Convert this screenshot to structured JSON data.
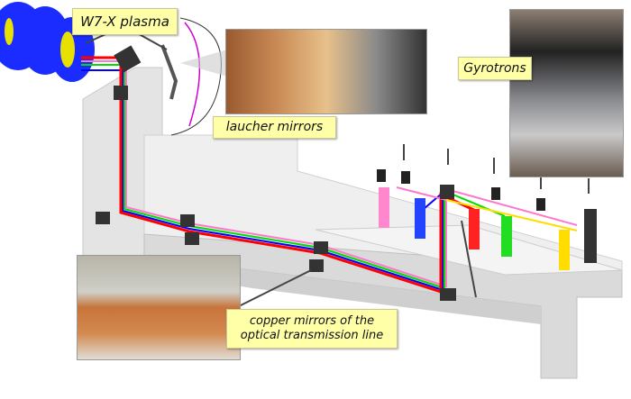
{
  "labels": {
    "plasma": "W7-X plasma",
    "launcher": "laucher mirrors",
    "gyrotrons": "Gyrotrons",
    "copper": "copper mirrors of the optical transmission line"
  },
  "colors": {
    "label_bg": "#ffffa8",
    "beam_red": "#ff0000",
    "beam_green": "#00dd00",
    "beam_blue": "#0000ff",
    "beam_pink": "#ff77cc",
    "beam_yellow": "#ffdd00",
    "plasma_vessel": "#1a2cff",
    "copper": "#c8743a"
  }
}
